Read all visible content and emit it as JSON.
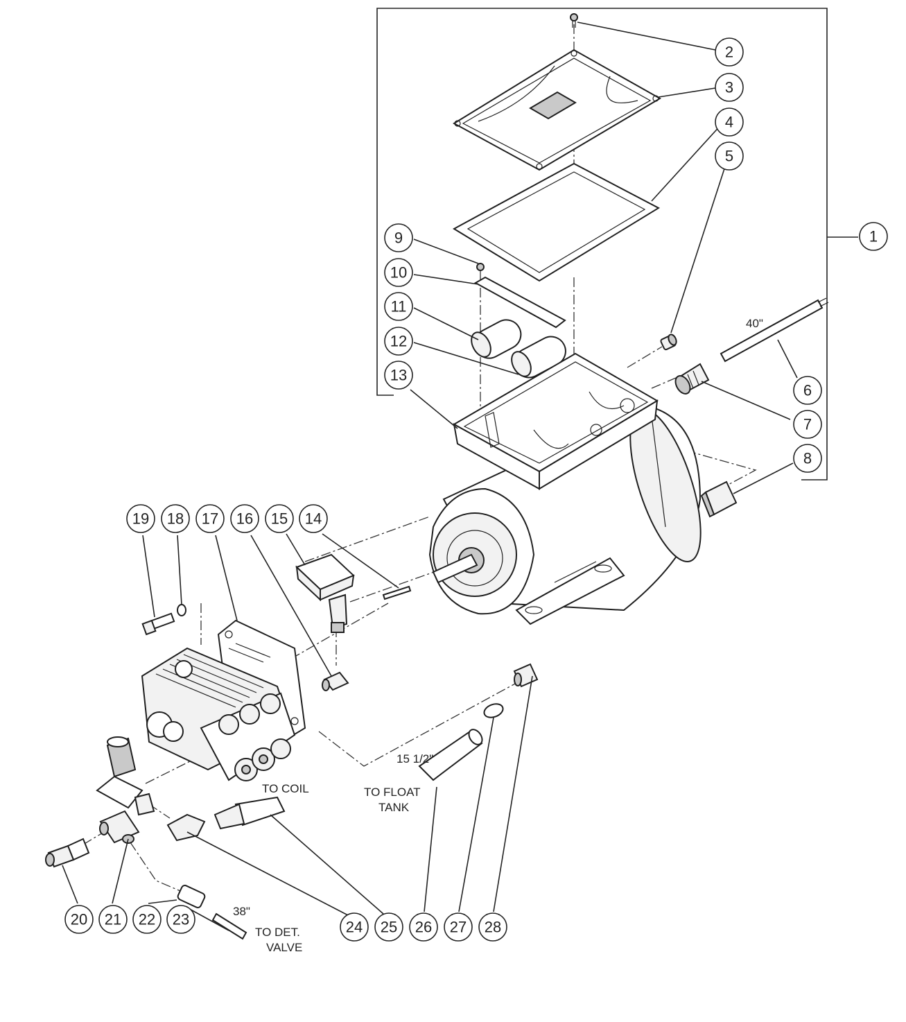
{
  "callouts": [
    {
      "id": "1",
      "label": "1"
    },
    {
      "id": "2",
      "label": "2"
    },
    {
      "id": "3",
      "label": "3"
    },
    {
      "id": "4",
      "label": "4"
    },
    {
      "id": "5",
      "label": "5"
    },
    {
      "id": "6",
      "label": "6"
    },
    {
      "id": "7",
      "label": "7"
    },
    {
      "id": "8",
      "label": "8"
    },
    {
      "id": "9",
      "label": "9"
    },
    {
      "id": "10",
      "label": "10"
    },
    {
      "id": "11",
      "label": "11"
    },
    {
      "id": "12",
      "label": "12"
    },
    {
      "id": "13",
      "label": "13"
    },
    {
      "id": "14",
      "label": "14"
    },
    {
      "id": "15",
      "label": "15"
    },
    {
      "id": "16",
      "label": "16"
    },
    {
      "id": "17",
      "label": "17"
    },
    {
      "id": "18",
      "label": "18"
    },
    {
      "id": "19",
      "label": "19"
    },
    {
      "id": "20",
      "label": "20"
    },
    {
      "id": "21",
      "label": "21"
    },
    {
      "id": "22",
      "label": "22"
    },
    {
      "id": "23",
      "label": "23"
    },
    {
      "id": "24",
      "label": "24"
    },
    {
      "id": "25",
      "label": "25"
    },
    {
      "id": "26",
      "label": "26"
    },
    {
      "id": "27",
      "label": "27"
    },
    {
      "id": "28",
      "label": "28"
    }
  ],
  "annotations": {
    "dim_40": "40\"",
    "dim_15_5": "15 1/2\"",
    "dim_38": "38\"",
    "to_coil": "TO COIL",
    "to_float_line1": "TO FLOAT",
    "to_float_line2": "TANK",
    "to_det_line1": "TO DET.",
    "to_det_line2": "VALVE"
  },
  "colors": {
    "line": "#222222",
    "background": "#ffffff"
  }
}
